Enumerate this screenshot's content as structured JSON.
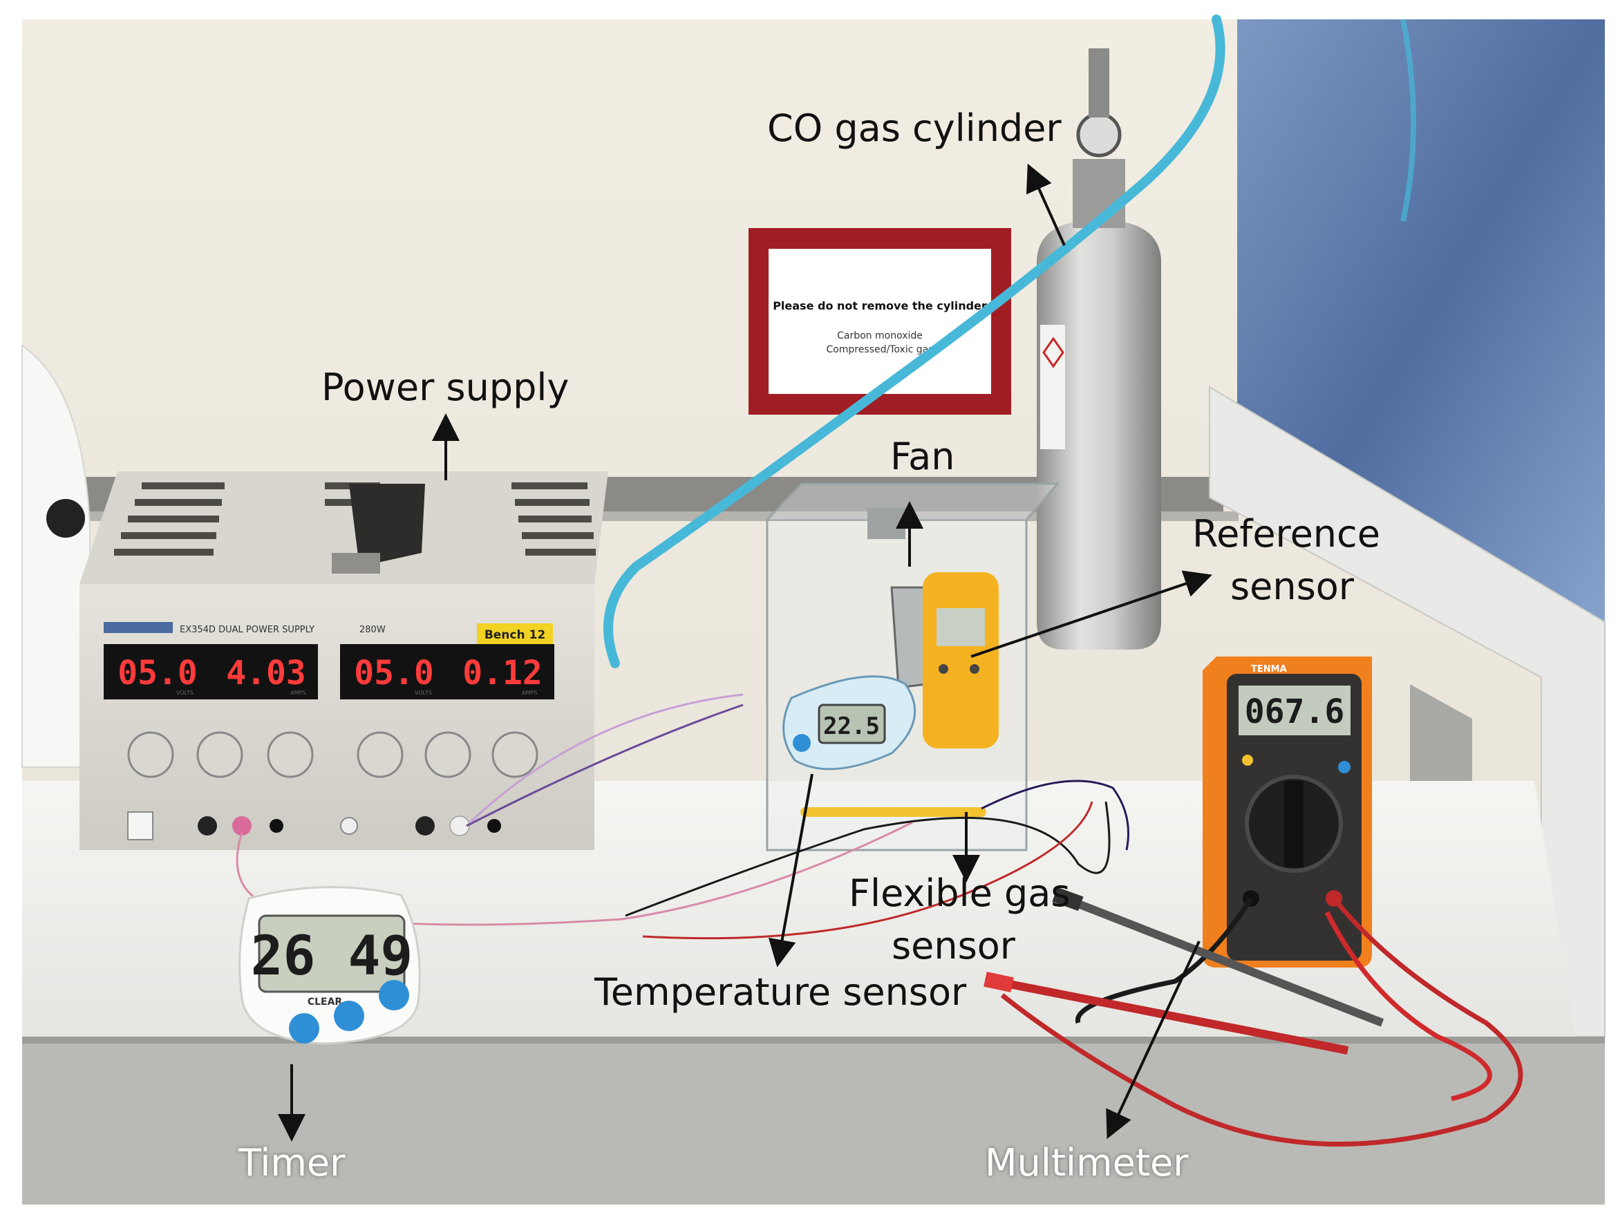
{
  "labels": {
    "co_gas_cylinder": "CO gas cylinder",
    "power_supply": "Power supply",
    "fan": "Fan",
    "reference_sensor_line1": "Reference",
    "reference_sensor_line2": "sensor",
    "flexible_gas_line1": "Flexible gas",
    "flexible_gas_line2": "sensor",
    "temperature_sensor": "Temperature sensor",
    "timer": "Timer",
    "multimeter": "Multimeter"
  },
  "sign": {
    "heading": "Please do not remove the cylinder",
    "line1": "Carbon monoxide",
    "line2": "Compressed/Toxic gas"
  },
  "power_supply_unit": {
    "model": "EX354D DUAL POWER SUPPLY",
    "wattage": "280W",
    "bench_tag": "Bench 12",
    "displays": [
      "05.0",
      "4.03",
      "05.0",
      "0.12"
    ],
    "units": [
      "VOLTS",
      "AMPS",
      "VOLTS",
      "AMPS"
    ]
  },
  "timer_device": {
    "reading": "26 49",
    "button_label": "CLEAR"
  },
  "temperature_display": {
    "reading": "22.5"
  },
  "multimeter_device": {
    "brand": "TENMA",
    "reading": "067.6"
  },
  "colors": {
    "wall": "#eeeae0",
    "bench": "#f3f3f0",
    "bench_edge": "#b9bab5",
    "tube": "#47b8d8",
    "cylinder": "#c4c4c2",
    "sign_border": "#a11d24",
    "led_red": "#ff3b3b",
    "multimeter_orange": "#f07f1e",
    "reference_sensor_yellow": "#f5b220",
    "timer_button_blue": "#2f8fd6",
    "glass_panel_blue": "#5a7fb5"
  }
}
